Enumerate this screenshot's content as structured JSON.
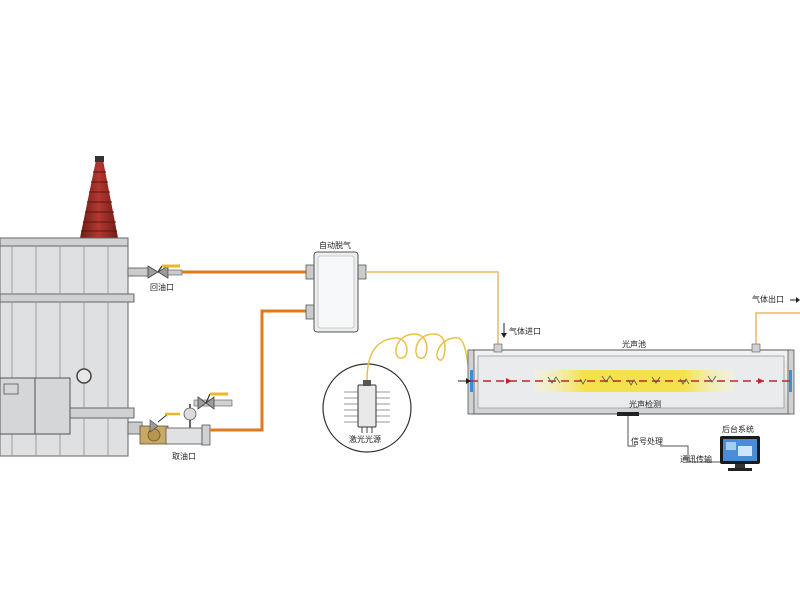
{
  "labels": {
    "return_oil": "回油口",
    "oil_sample": "取油口",
    "degasser": "自动脱气",
    "laser_source": "激光光源",
    "gas_inlet": "气体进口",
    "gas_outlet": "气体出口",
    "acoustic_cell": "光声池",
    "acoustic_detector": "光声检测",
    "signal_processing": "信号处理",
    "comm_transmission": "通讯传输",
    "backend_system": "后台系统"
  },
  "colors": {
    "oil_pipe": "#e07a1c",
    "gas_pipe": "#f3c98a",
    "fiber": "#e8c14a",
    "beam": "#c0272d",
    "cell_glow": "#f6e046",
    "window": "#3b8fd9",
    "tank_body": "#d9dadc",
    "bushing": "#9c2a24"
  },
  "icons": [
    "transformer-tank-icon",
    "bushing-icon",
    "valve-icon",
    "degasser-icon",
    "laser-module-icon",
    "monitor-icon",
    "sound-wave-icon"
  ]
}
